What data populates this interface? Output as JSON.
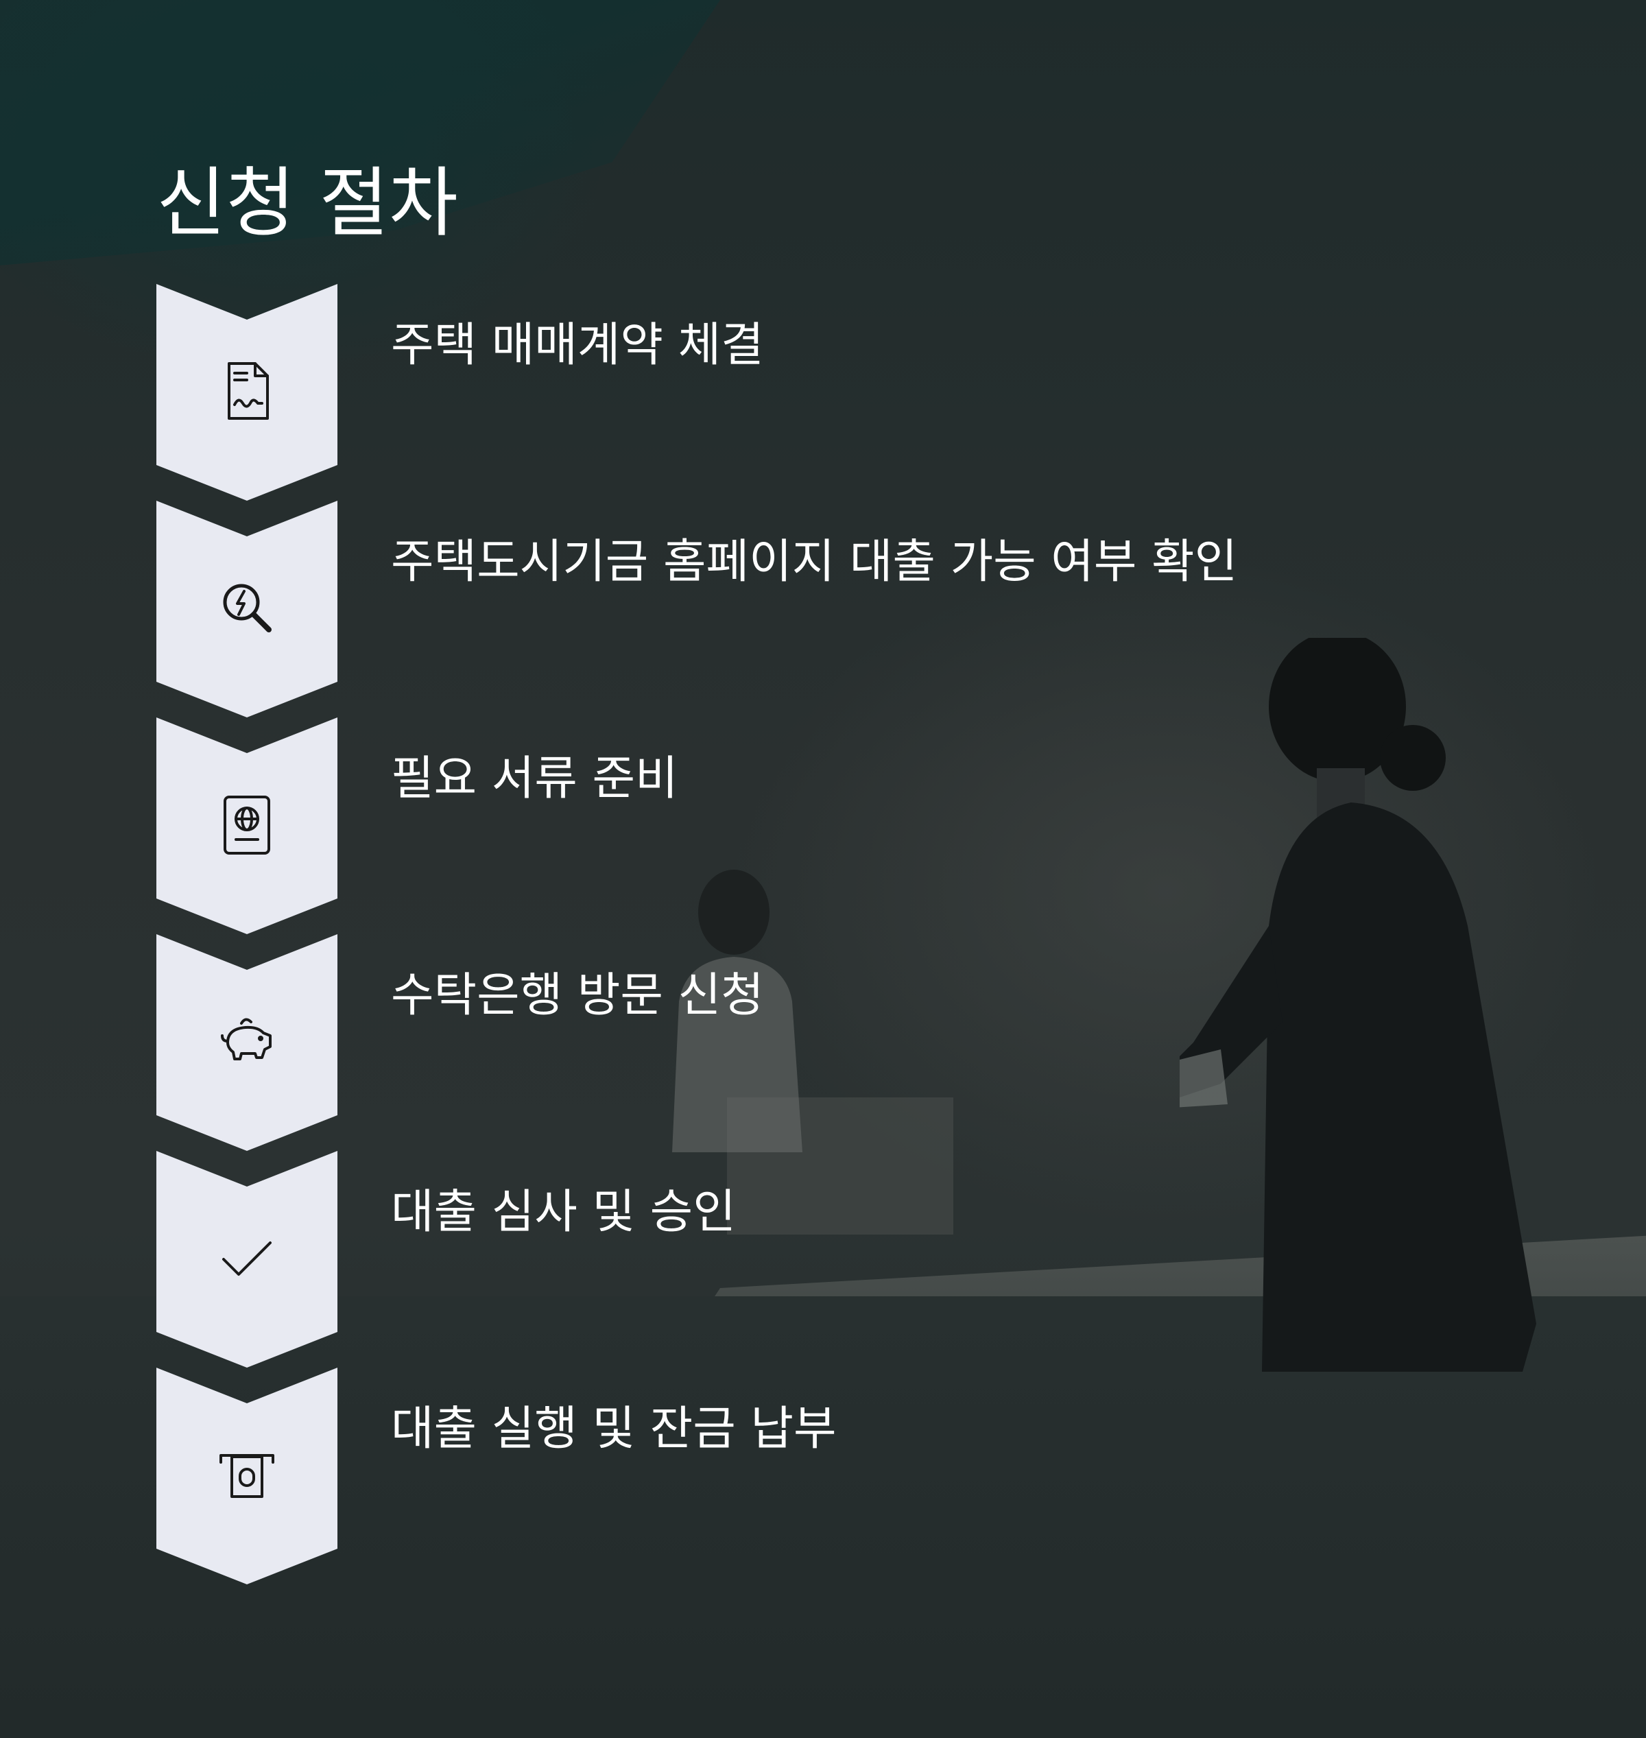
{
  "title": "신청 절차",
  "colors": {
    "chevron_fill": "#e8eaf2",
    "icon_stroke": "#1a1a1a",
    "text": "#ffffff",
    "background": "#262d2d"
  },
  "steps": [
    {
      "label": "주택 매매계약 체결",
      "icon": "signed-document-icon"
    },
    {
      "label": "주택도시기금 홈페이지 대출 가능 여부 확인",
      "icon": "search-lightning-icon"
    },
    {
      "label": "필요 서류 준비",
      "icon": "passport-icon"
    },
    {
      "label": "수탁은행 방문 신청",
      "icon": "piggy-bank-icon"
    },
    {
      "label": "대출 심사 및 승인",
      "icon": "checkmark-icon"
    },
    {
      "label": "대출 실행 및 잔금 납부",
      "icon": "cash-withdrawal-icon"
    }
  ]
}
